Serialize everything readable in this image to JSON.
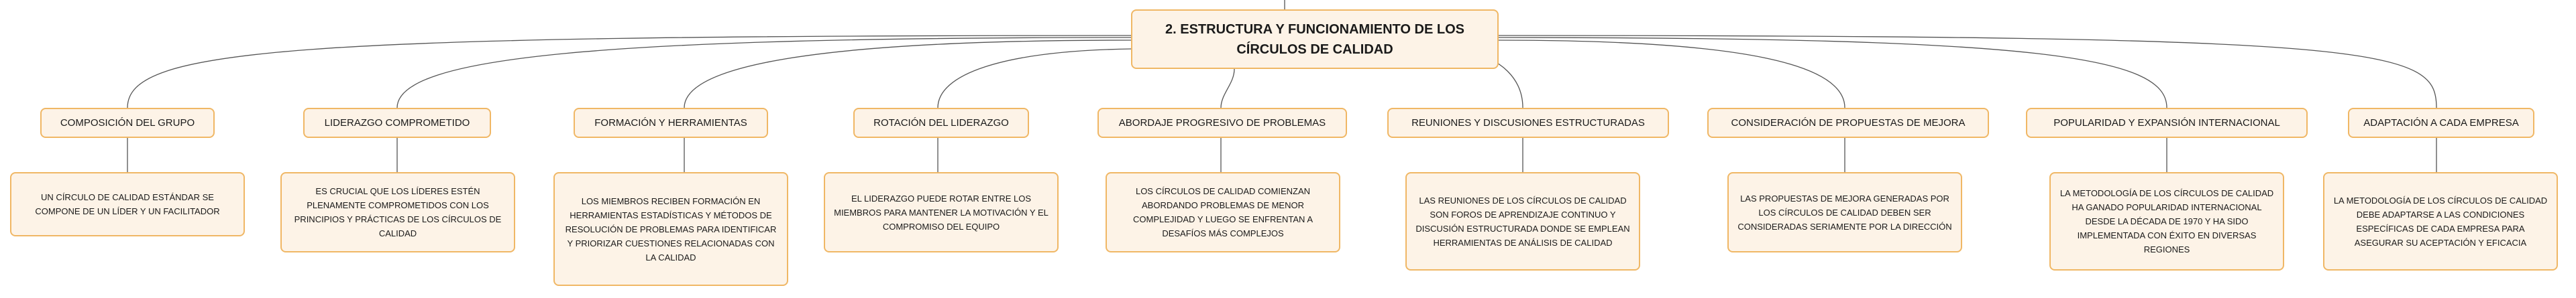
{
  "root": {
    "title": "2. ESTRUCTURA Y FUNCIONAMIENTO DE LOS CÍRCULOS DE CALIDAD"
  },
  "branches": [
    {
      "title": "COMPOSICIÓN DEL GRUPO",
      "detail": "UN CÍRCULO DE CALIDAD ESTÁNDAR SE COMPONE DE UN LÍDER Y UN FACILITADOR"
    },
    {
      "title": "LIDERAZGO COMPROMETIDO",
      "detail": "ES CRUCIAL QUE LOS LÍDERES ESTÉN PLENAMENTE COMPROMETIDOS CON LOS PRINCIPIOS Y PRÁCTICAS DE LOS CÍRCULOS DE CALIDAD"
    },
    {
      "title": "FORMACIÓN Y HERRAMIENTAS",
      "detail": "LOS MIEMBROS RECIBEN FORMACIÓN EN HERRAMIENTAS ESTADÍSTICAS Y MÉTODOS DE RESOLUCIÓN DE PROBLEMAS PARA IDENTIFICAR Y PRIORIZAR CUESTIONES RELACIONADAS CON LA CALIDAD"
    },
    {
      "title": "ROTACIÓN DEL LIDERAZGO",
      "detail": "EL LIDERAZGO PUEDE ROTAR ENTRE LOS MIEMBROS PARA MANTENER LA MOTIVACIÓN Y EL COMPROMISO DEL EQUIPO"
    },
    {
      "title": "ABORDAJE PROGRESIVO DE PROBLEMAS",
      "detail": "LOS CÍRCULOS DE CALIDAD COMIENZAN ABORDANDO PROBLEMAS DE MENOR COMPLEJIDAD Y LUEGO SE ENFRENTAN A DESAFÍOS MÁS COMPLEJOS"
    },
    {
      "title": "REUNIONES Y DISCUSIONES ESTRUCTURADAS",
      "detail": "LAS REUNIONES DE LOS CÍRCULOS DE CALIDAD SON FOROS DE APRENDIZAJE CONTINUO Y DISCUSIÓN ESTRUCTURADA DONDE SE EMPLEAN HERRAMIENTAS DE ANÁLISIS DE CALIDAD"
    },
    {
      "title": "CONSIDERACIÓN DE PROPUESTAS DE MEJORA",
      "detail": "LAS PROPUESTAS DE MEJORA GENERADAS POR LOS CÍRCULOS DE CALIDAD DEBEN SER CONSIDERADAS SERIAMENTE POR LA DIRECCIÓN"
    },
    {
      "title": "POPULARIDAD Y EXPANSIÓN INTERNACIONAL",
      "detail": "LA METODOLOGÍA DE LOS CÍRCULOS DE CALIDAD HA GANADO POPULARIDAD INTERNACIONAL DESDE LA DÉCADA DE 1970 Y HA SIDO IMPLEMENTADA CON ÉXITO EN DIVERSAS REGIONES"
    },
    {
      "title": "ADAPTACIÓN A CADA EMPRESA",
      "detail": "LA METODOLOGÍA DE LOS CÍRCULOS DE CALIDAD DEBE ADAPTARSE A LAS CONDICIONES ESPECÍFICAS DE CADA EMPRESA PARA ASEGURAR SU ACEPTACIÓN Y EFICACIA"
    }
  ]
}
